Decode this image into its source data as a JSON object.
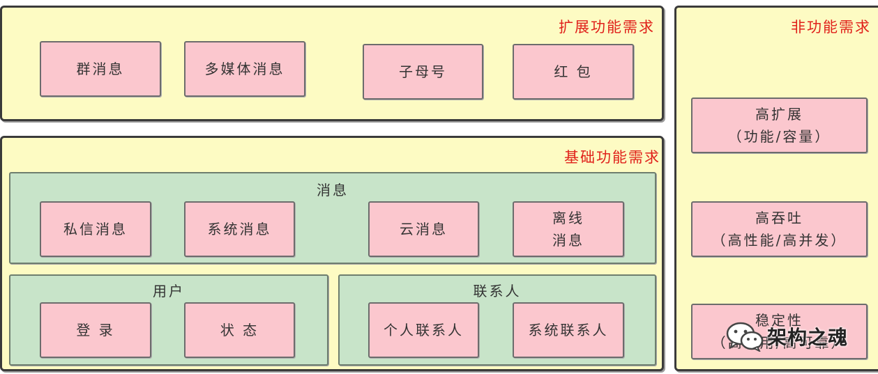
{
  "extended": {
    "title": "扩展功能需求",
    "items": [
      "群消息",
      "多媒体消息",
      "子母号",
      "红 包"
    ]
  },
  "basic": {
    "title": "基础功能需求",
    "message": {
      "title": "消息",
      "items": [
        "私信消息",
        "系统消息",
        "云消息"
      ],
      "offline_line1": "离线",
      "offline_line2": "消息"
    },
    "user": {
      "title": "用户",
      "items": [
        "登 录",
        "状 态"
      ]
    },
    "contacts": {
      "title": "联系人",
      "items": [
        "个人联系人",
        "系统联系人"
      ]
    }
  },
  "nonfunctional": {
    "title": "非功能需求",
    "scale_line1": "高扩展",
    "scale_line2": "（功能/容量）",
    "throughput_line1": "高吞吐",
    "throughput_line2": "（高性能/高并发）",
    "stability_line1": "稳定性",
    "stability_line2": "（高可用/高可靠）"
  },
  "watermark": {
    "text": "架构之魂",
    "icon": "wechat-icon"
  }
}
